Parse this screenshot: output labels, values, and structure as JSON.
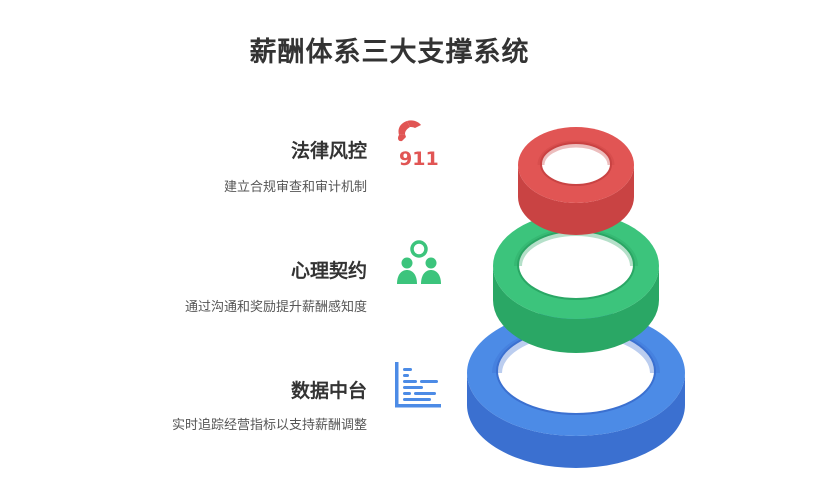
{
  "title": "薪酬体系三大支撑系统",
  "items": [
    {
      "title": "法律风控",
      "description": "建立合规审查和审计机制",
      "icon": "phone-911-icon",
      "color": "#e15554"
    },
    {
      "title": "心理契约",
      "description": "通过沟通和奖励提升薪酬感知度",
      "icon": "people-link-icon",
      "color": "#3cc47c"
    },
    {
      "title": "数据中台",
      "description": "实时追踪经营指标以支持薪酬调整",
      "icon": "data-chart-icon",
      "color": "#4c8be6"
    }
  ],
  "icon_text": {
    "emergency_number": "911"
  }
}
